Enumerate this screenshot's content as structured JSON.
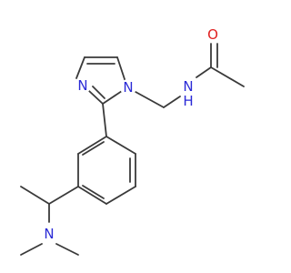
{
  "colors": {
    "bond": "#3a3a3a",
    "nitrogen": "#2a2ad6",
    "oxygen": "#e02020",
    "background": "#ffffff"
  },
  "atoms": {
    "n_imidazole_1": {
      "label": "N",
      "element": "nitrogen"
    },
    "n_imidazole_3": {
      "label": "N",
      "element": "nitrogen"
    },
    "n_amide": {
      "label": "N",
      "element": "nitrogen",
      "h_label": "H"
    },
    "o_carbonyl": {
      "label": "O",
      "element": "oxygen"
    },
    "n_dimethylamino": {
      "label": "N",
      "element": "nitrogen"
    }
  }
}
